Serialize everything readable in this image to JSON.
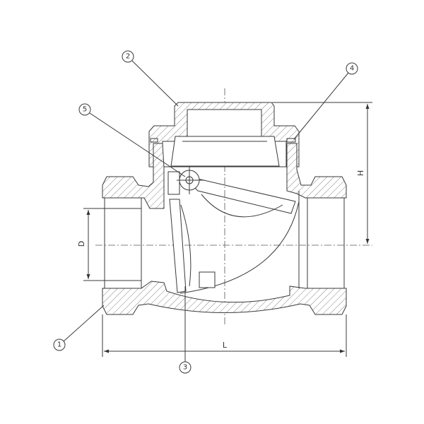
{
  "callouts": [
    "1",
    "2",
    "3",
    "4",
    "5"
  ],
  "dimensions": {
    "diameter": "D",
    "height": "H",
    "length": "L"
  },
  "colors": {
    "line": "#3a3a3a",
    "background": "#ffffff"
  }
}
